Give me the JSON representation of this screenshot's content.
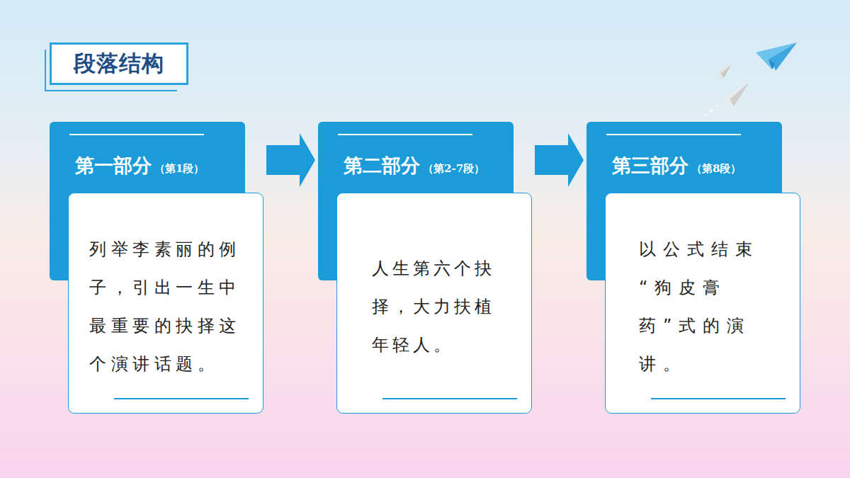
{
  "diagram": {
    "title": "段落结构",
    "nodes": [
      {
        "text": [
          "第一部分",
          "（第1段）",
          "列举李素丽的例子，引出一生中最重要的抉择这个演讲话题。"
        ]
      },
      {
        "text": [
          "第二部分",
          "（第2-7段）",
          "人生第六个抉择，大力扶植年轻人。"
        ]
      },
      {
        "text": [
          "第三部分",
          "（第8段）",
          "以公式结束“狗皮膏药”式的演讲。"
        ]
      }
    ],
    "edges": [
      {
        "from": 0,
        "to": 1,
        "arrow": "to"
      },
      {
        "from": 1,
        "to": 2,
        "arrow": "to"
      }
    ]
  }
}
